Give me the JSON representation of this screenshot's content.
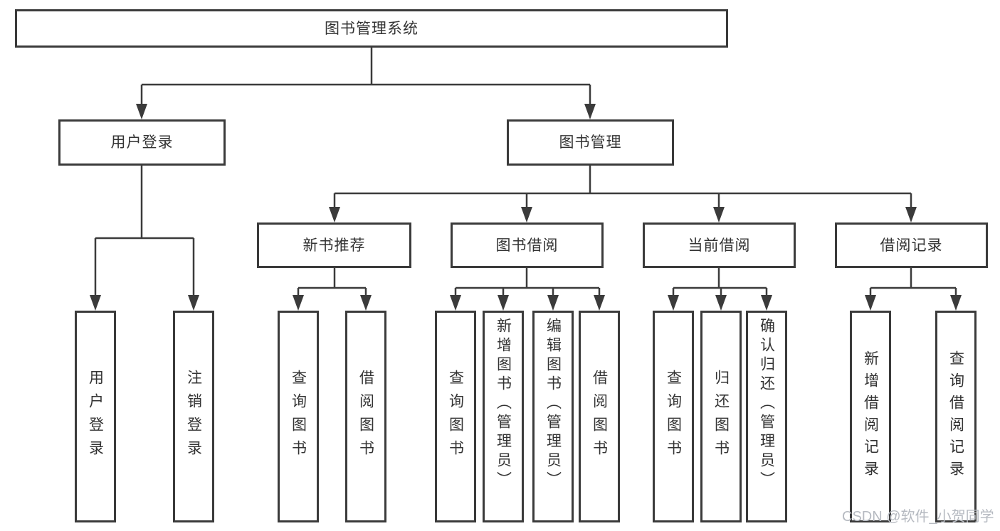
{
  "diagram": {
    "root_label": "图书管理系统",
    "level2": [
      {
        "label": "用户登录"
      },
      {
        "label": "图书管理"
      }
    ],
    "level3": [
      {
        "label": "新书推荐"
      },
      {
        "label": "图书借阅"
      },
      {
        "label": "当前借阅"
      },
      {
        "label": "借阅记录"
      }
    ],
    "leaves": [
      {
        "label": "用户登录"
      },
      {
        "label": "注销登录"
      },
      {
        "label": "查询图书"
      },
      {
        "label": "借阅图书"
      },
      {
        "label": "查询图书"
      },
      {
        "label": "新增图书（管理员）"
      },
      {
        "label": "编辑图书（管理员）"
      },
      {
        "label": "借阅图书"
      },
      {
        "label": "查询图书"
      },
      {
        "label": "归还图书"
      },
      {
        "label": "确认归还（管理员）"
      },
      {
        "label": "新增借阅记录"
      },
      {
        "label": "查询借阅记录"
      }
    ]
  },
  "watermark": "CSDN @软件_小贺同学",
  "colors": {
    "line": "#3b3b3b",
    "text": "#333333",
    "background": "#ffffff",
    "watermark": "#b6bac1"
  }
}
